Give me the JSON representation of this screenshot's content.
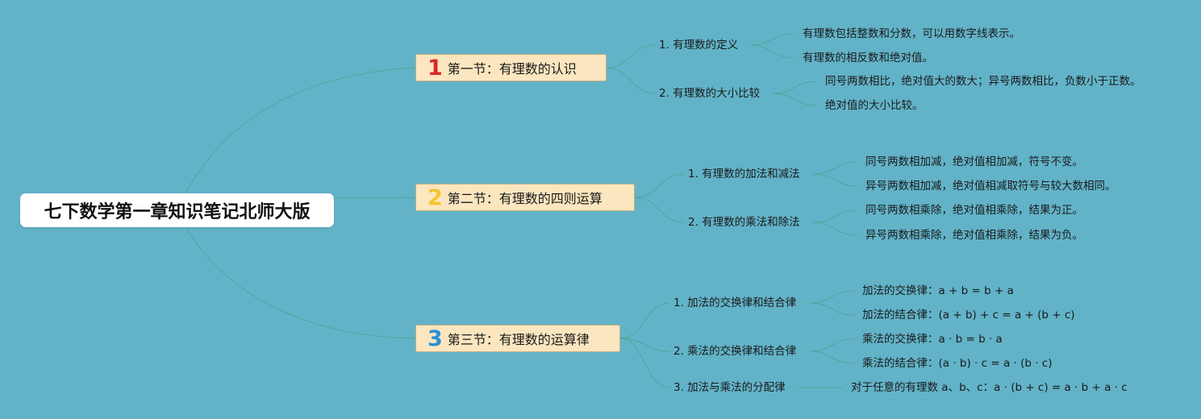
{
  "root": {
    "title": "七下数学第一章知识笔记北师大版"
  },
  "colors": {
    "background": "#62b3c8",
    "link": "#4fa08a",
    "section_fill": "#fbe6bf",
    "num_1": "#d62a2a",
    "num_2": "#f3c52e",
    "num_3": "#2a8fd6"
  },
  "sections": [
    {
      "num": "1",
      "label": "第一节：有理数的认识",
      "topics": [
        {
          "label": "1. 有理数的定义",
          "leaves": [
            "有理数包括整数和分数，可以用数字线表示。",
            "有理数的相反数和绝对值。"
          ]
        },
        {
          "label": "2. 有理数的大小比较",
          "leaves": [
            "同号两数相比，绝对值大的数大；异号两数相比，负数小于正数。",
            "绝对值的大小比较。"
          ]
        }
      ]
    },
    {
      "num": "2",
      "label": "第二节：有理数的四则运算",
      "topics": [
        {
          "label": "1. 有理数的加法和减法",
          "leaves": [
            "同号两数相加减，绝对值相加减，符号不变。",
            "异号两数相加减，绝对值相减取符号与较大数相同。"
          ]
        },
        {
          "label": "2. 有理数的乘法和除法",
          "leaves": [
            "同号两数相乘除，绝对值相乘除，结果为正。",
            "异号两数相乘除，绝对值相乘除，结果为负。"
          ]
        }
      ]
    },
    {
      "num": "3",
      "label": "第三节：有理数的运算律",
      "topics": [
        {
          "label": "1. 加法的交换律和结合律",
          "leaves": [
            "加法的交换律：a + b = b + a",
            "加法的结合律：(a + b) + c = a + (b + c)"
          ]
        },
        {
          "label": "2. 乘法的交换律和结合律",
          "leaves": [
            "乘法的交换律：a · b = b · a",
            "乘法的结合律：(a · b) · c = a · (b · c)"
          ]
        },
        {
          "label": "3. 加法与乘法的分配律",
          "leaves": [
            "对于任意的有理数 a、b、c：a · (b + c) = a · b + a · c"
          ]
        }
      ]
    }
  ]
}
